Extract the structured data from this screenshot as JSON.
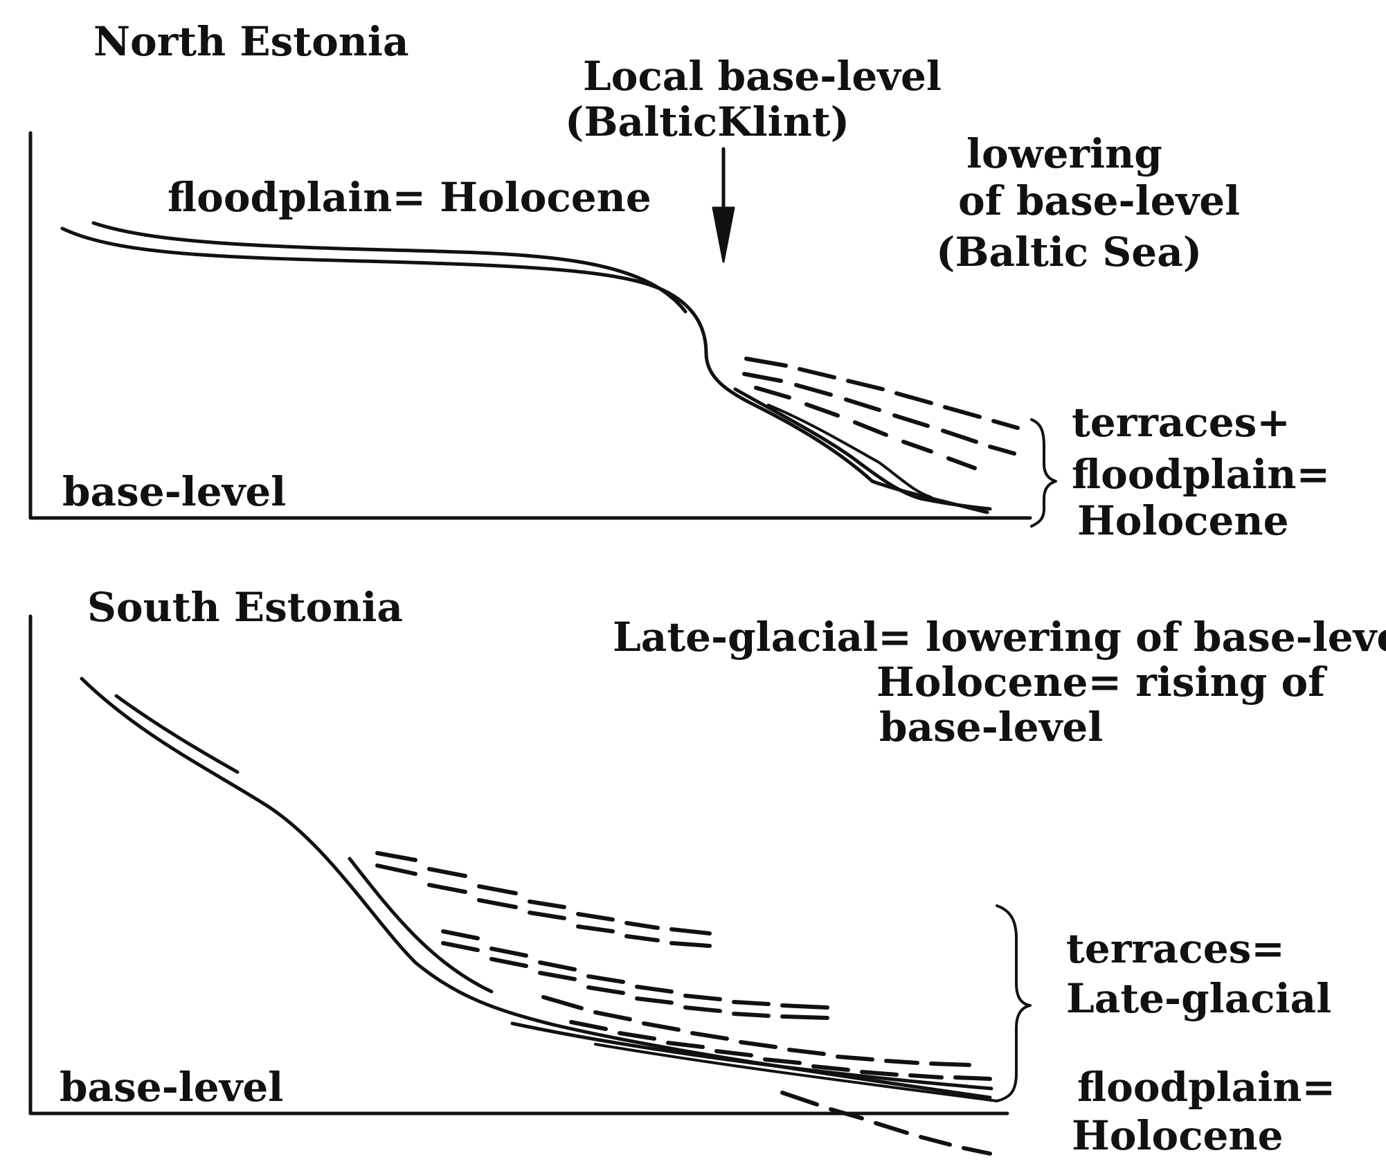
{
  "north": {
    "title": "North Estonia",
    "local_base_level_line1": "Local base-level",
    "local_base_level_line2": "(BalticKlint)",
    "floodplain_label": "floodplain= Holocene",
    "lowering_line1": "lowering",
    "lowering_line2": "of base-level",
    "lowering_line3": "(Baltic Sea)",
    "base_level": "base-level",
    "terraces_line1": "terraces+",
    "terraces_line2": "floodplain=",
    "terraces_line3": "Holocene"
  },
  "south": {
    "title": "South Estonia",
    "note_line1": "Late-glacial= lowering of base-level",
    "note_line2": "Holocene= rising of",
    "note_line3": "base-level",
    "base_level": "base-level",
    "terraces_line1": "terraces=",
    "terraces_line2": "Late-glacial",
    "floodplain_line1": "floodplain=",
    "floodplain_line2": "Holocene"
  },
  "colors": {
    "ink": "#111111",
    "paper": "#ffffff"
  }
}
